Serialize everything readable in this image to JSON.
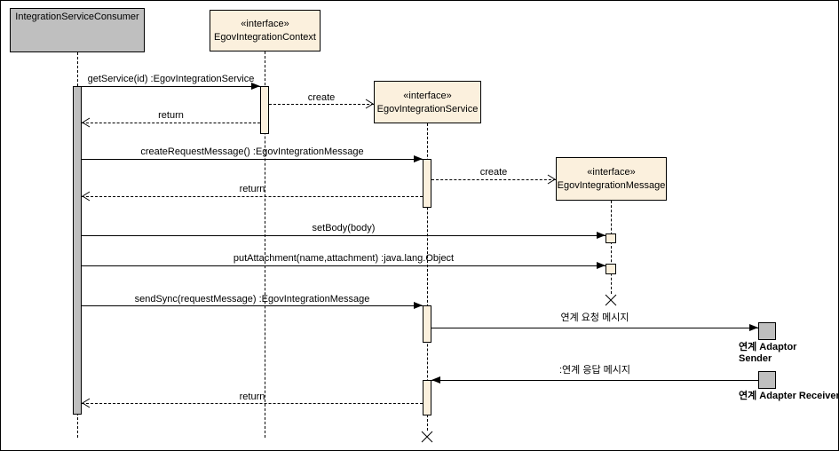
{
  "diagram": {
    "type": "uml-sequence",
    "participants": [
      {
        "name": "IntegrationServiceConsumer",
        "stereotype": "",
        "fill": "#bfbfbf"
      },
      {
        "name": "EgovIntegrationContext",
        "stereotype": "«interface»",
        "fill": "#fbf0dd"
      },
      {
        "name": "EgovIntegrationService",
        "stereotype": "«interface»",
        "fill": "#fbf0dd"
      },
      {
        "name": "EgovIntegrationMessage",
        "stereotype": "«interface»",
        "fill": "#fbf0dd"
      }
    ],
    "external_actors": [
      {
        "line1": "연계 Adaptor",
        "line2": "Sender"
      },
      {
        "line1": "연계 Adapter Receiver",
        "line2": ""
      }
    ],
    "messages": [
      {
        "label": "getService(id) :EgovIntegrationService",
        "type": "sync-call",
        "from": "IntegrationServiceConsumer",
        "to": "EgovIntegrationContext"
      },
      {
        "label": "create",
        "type": "create",
        "from": "EgovIntegrationContext",
        "to": "EgovIntegrationService"
      },
      {
        "label": "return",
        "type": "return",
        "from": "EgovIntegrationContext",
        "to": "IntegrationServiceConsumer"
      },
      {
        "label": "createRequestMessage() :EgovIntegrationMessage",
        "type": "sync-call",
        "from": "IntegrationServiceConsumer",
        "to": "EgovIntegrationService"
      },
      {
        "label": "create",
        "type": "create",
        "from": "EgovIntegrationService",
        "to": "EgovIntegrationMessage"
      },
      {
        "label": "return",
        "type": "return",
        "from": "EgovIntegrationService",
        "to": "IntegrationServiceConsumer"
      },
      {
        "label": "setBody(body)",
        "type": "sync-call",
        "from": "IntegrationServiceConsumer",
        "to": "EgovIntegrationMessage"
      },
      {
        "label": "putAttachment(name,attachment) :java.lang.Object",
        "type": "sync-call",
        "from": "IntegrationServiceConsumer",
        "to": "EgovIntegrationMessage"
      },
      {
        "label": "sendSync(requestMessage) :EgovIntegrationMessage",
        "type": "sync-call",
        "from": "IntegrationServiceConsumer",
        "to": "EgovIntegrationService"
      },
      {
        "label": "연계 요청 메시지",
        "type": "call",
        "from": "EgovIntegrationService",
        "to": "연계 Adaptor Sender"
      },
      {
        "label": ":연계 응답 메시지",
        "type": "call",
        "from": "연계 Adapter Receiver",
        "to": "EgovIntegrationService"
      },
      {
        "label": "return",
        "type": "return",
        "from": "EgovIntegrationService",
        "to": "IntegrationServiceConsumer"
      }
    ],
    "colors": {
      "participant_fill": "#bfbfbf",
      "interface_fill": "#fbf0dd",
      "line": "#000000",
      "background": "#ffffff"
    }
  }
}
